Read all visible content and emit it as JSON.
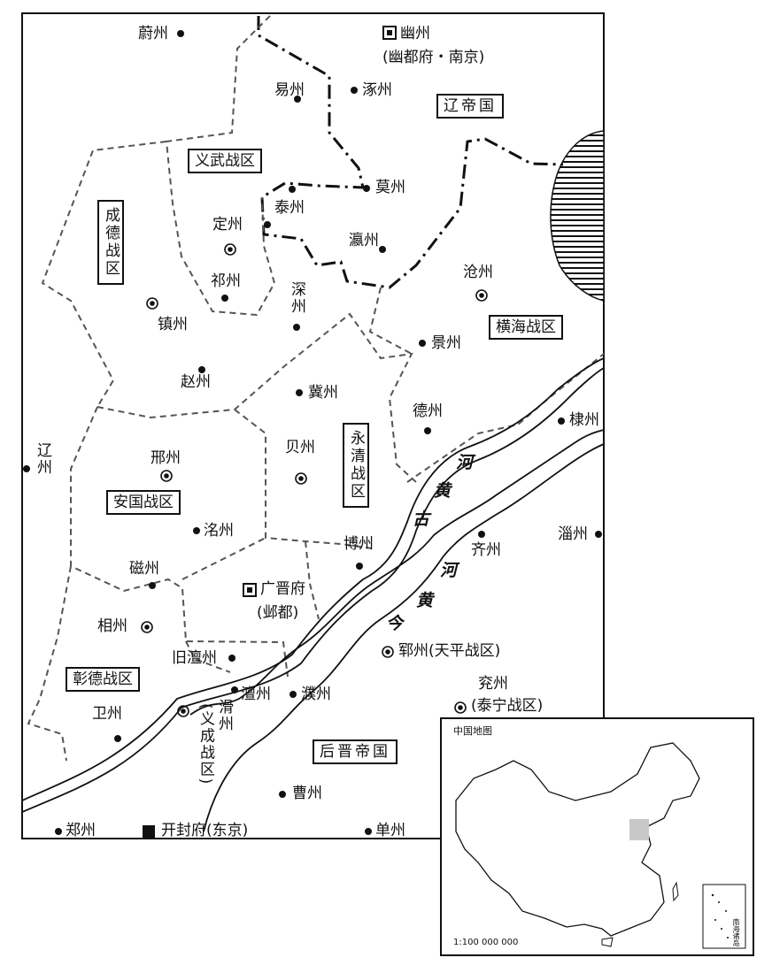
{
  "map": {
    "cities": [
      {
        "id": "weizhou_n",
        "name": "蔚州"
      },
      {
        "id": "youzhou",
        "name": "幽州"
      },
      {
        "id": "youzhou_note",
        "name": "(幽都府・南京)"
      },
      {
        "id": "yizhou",
        "name": "易州"
      },
      {
        "id": "zhuozhou",
        "name": "涿州"
      },
      {
        "id": "mozhou",
        "name": "莫州"
      },
      {
        "id": "taizhou",
        "name": "泰州"
      },
      {
        "id": "dingzhou",
        "name": "定州"
      },
      {
        "id": "yingzhou",
        "name": "瀛州"
      },
      {
        "id": "cangzhou",
        "name": "沧州"
      },
      {
        "id": "qizhou_n",
        "name": "祁州"
      },
      {
        "id": "shenzhou",
        "name": "深州"
      },
      {
        "id": "zhenzhou",
        "name": "镇州"
      },
      {
        "id": "jingzhou",
        "name": "景州"
      },
      {
        "id": "zhaozhou",
        "name": "赵州"
      },
      {
        "id": "jizhou",
        "name": "冀州"
      },
      {
        "id": "dezhou",
        "name": "德州"
      },
      {
        "id": "dizhou",
        "name": "棣州"
      },
      {
        "id": "liaozhou",
        "name": "辽州"
      },
      {
        "id": "xingzhou",
        "name": "邢州"
      },
      {
        "id": "beizhou",
        "name": "贝州"
      },
      {
        "id": "zizhou",
        "name": "淄州"
      },
      {
        "id": "mingzhou",
        "name": "洺州"
      },
      {
        "id": "qizhou_s",
        "name": "齐州"
      },
      {
        "id": "bozhou",
        "name": "博州"
      },
      {
        "id": "cizhou",
        "name": "磁州"
      },
      {
        "id": "guangjin",
        "name": "广晋府"
      },
      {
        "id": "guangjin_note",
        "name": "(邺都)"
      },
      {
        "id": "xiangzhou",
        "name": "相州"
      },
      {
        "id": "yunzhou",
        "name": "郓州(天平战区)"
      },
      {
        "id": "jiushanzhou",
        "name": "旧澶州"
      },
      {
        "id": "yanzhou",
        "name": "兖州"
      },
      {
        "id": "yanzhou_note",
        "name": "(泰宁战区)"
      },
      {
        "id": "chanzhou",
        "name": "澶州"
      },
      {
        "id": "puzhou",
        "name": "濮州"
      },
      {
        "id": "weizhou_s",
        "name": "卫州"
      },
      {
        "id": "huazhou",
        "name": "滑州"
      },
      {
        "id": "yicheng",
        "name": "(义成战区)"
      },
      {
        "id": "caozhou",
        "name": "曹州"
      },
      {
        "id": "zhengzhou",
        "name": "郑州"
      },
      {
        "id": "kaifeng",
        "name": "开封府(东京)"
      },
      {
        "id": "shanzhou",
        "name": "单州"
      }
    ],
    "regions": [
      {
        "id": "liao",
        "name": "辽帝国"
      },
      {
        "id": "yiwu",
        "name": "义武战区"
      },
      {
        "id": "chengde",
        "name": "成德战区"
      },
      {
        "id": "henghai",
        "name": "横海战区"
      },
      {
        "id": "yongqing",
        "name": "永清战区"
      },
      {
        "id": "anguo",
        "name": "安国战区"
      },
      {
        "id": "zhangde",
        "name": "彰德战区"
      },
      {
        "id": "houjin",
        "name": "后晋帝国"
      }
    ],
    "rivers": {
      "old_yellow_river": "古黄河",
      "old_chars": [
        "河",
        "黄",
        "古"
      ],
      "modern_yellow_river": "今黄河",
      "modern_chars": [
        "河",
        "黄",
        "今"
      ]
    }
  },
  "inset": {
    "title": "中国地图",
    "scale": "1:100 000 000",
    "south_sea": "南海诸岛"
  },
  "colors": {
    "ink": "#111111",
    "highlight": "#c8c8c8",
    "boundary_dash": "#555555"
  }
}
